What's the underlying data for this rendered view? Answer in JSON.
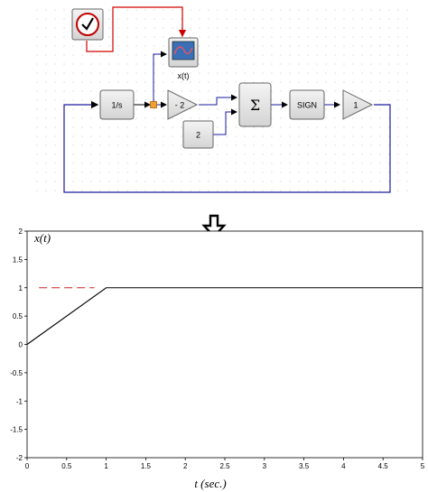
{
  "diagram": {
    "blocks": {
      "clock": {
        "label": ""
      },
      "scope": {
        "label": "x(t)"
      },
      "integrator": {
        "label": "1/s"
      },
      "gain_neg2": {
        "label": "- 2"
      },
      "const2": {
        "label": "2"
      },
      "sum": {
        "label": "Σ"
      },
      "sign": {
        "label": "SIGN"
      },
      "gain1": {
        "label": "1"
      }
    },
    "arrow_icon": "down-arrow-icon"
  },
  "chart_data": {
    "type": "line",
    "title": "",
    "ylabel": "x(t)",
    "xlabel": "t (sec.)",
    "xlim": [
      0,
      5
    ],
    "ylim": [
      -2,
      2
    ],
    "xticks": [
      "0",
      "0.5",
      "1",
      "1.5",
      "2",
      "2.5",
      "3",
      "3.5",
      "4",
      "4.5",
      "5"
    ],
    "yticks": [
      "2",
      "1.5",
      "1",
      "0.5",
      "0",
      "-0.5",
      "-1",
      "-1.5",
      "-2"
    ],
    "series": [
      {
        "style": "solid",
        "color": "#000000",
        "x": [
          0,
          1,
          5
        ],
        "y": [
          0,
          1,
          1
        ]
      },
      {
        "style": "dashed",
        "color": "#cc2222",
        "x": [
          0.15,
          0.85
        ],
        "y": [
          1,
          1
        ]
      }
    ]
  }
}
